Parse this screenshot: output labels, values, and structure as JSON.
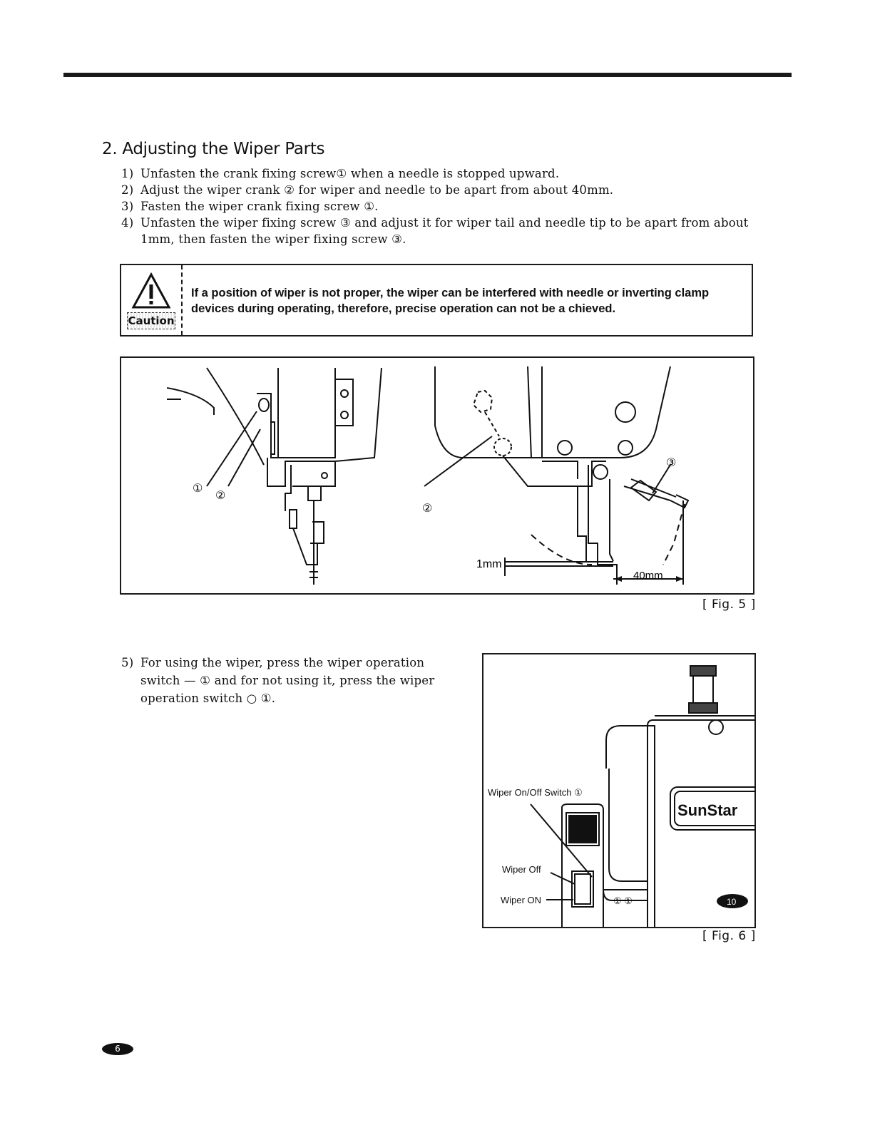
{
  "section": {
    "title": "2. Adjusting the Wiper Parts"
  },
  "steps": [
    {
      "num": "1)",
      "text": "Unfasten the crank fixing screw① when a needle is stopped upward."
    },
    {
      "num": "2)",
      "text": "Adjust the wiper crank ② for wiper and needle to be apart from about 40mm."
    },
    {
      "num": "3)",
      "text": "Fasten the wiper crank fixing screw ①."
    },
    {
      "num": "4)",
      "text": "Unfasten the wiper fixing screw ③ and adjust it for wiper tail and needle tip to be apart from about 1mm, then fasten the wiper fixing screw ③."
    }
  ],
  "caution": {
    "label": "Caution",
    "text": "If a position of wiper is not proper, the wiper can be interfered with needle or inverting clamp devices during operating, therefore, precise operation can not be a chieved."
  },
  "fig5": {
    "caption": "[ Fig. 5 ]",
    "callouts": {
      "one": "①",
      "two_left": "②",
      "two_right": "②",
      "three": "③"
    },
    "dim_1mm": "1mm",
    "dim_40mm": "40mm"
  },
  "step5": {
    "num": "5)",
    "text": "For using the wiper, press the wiper operation switch — ① and for not using it, press the wiper operation switch ○ ①."
  },
  "fig6": {
    "caption": "[ Fig. 6 ]",
    "label_switch": "Wiper On/Off Switch ①",
    "label_off": "Wiper Off",
    "label_on": "Wiper ON",
    "brand": "SunStar",
    "badge": "10",
    "circled_pair": "① ①"
  },
  "page": {
    "number": "6"
  }
}
